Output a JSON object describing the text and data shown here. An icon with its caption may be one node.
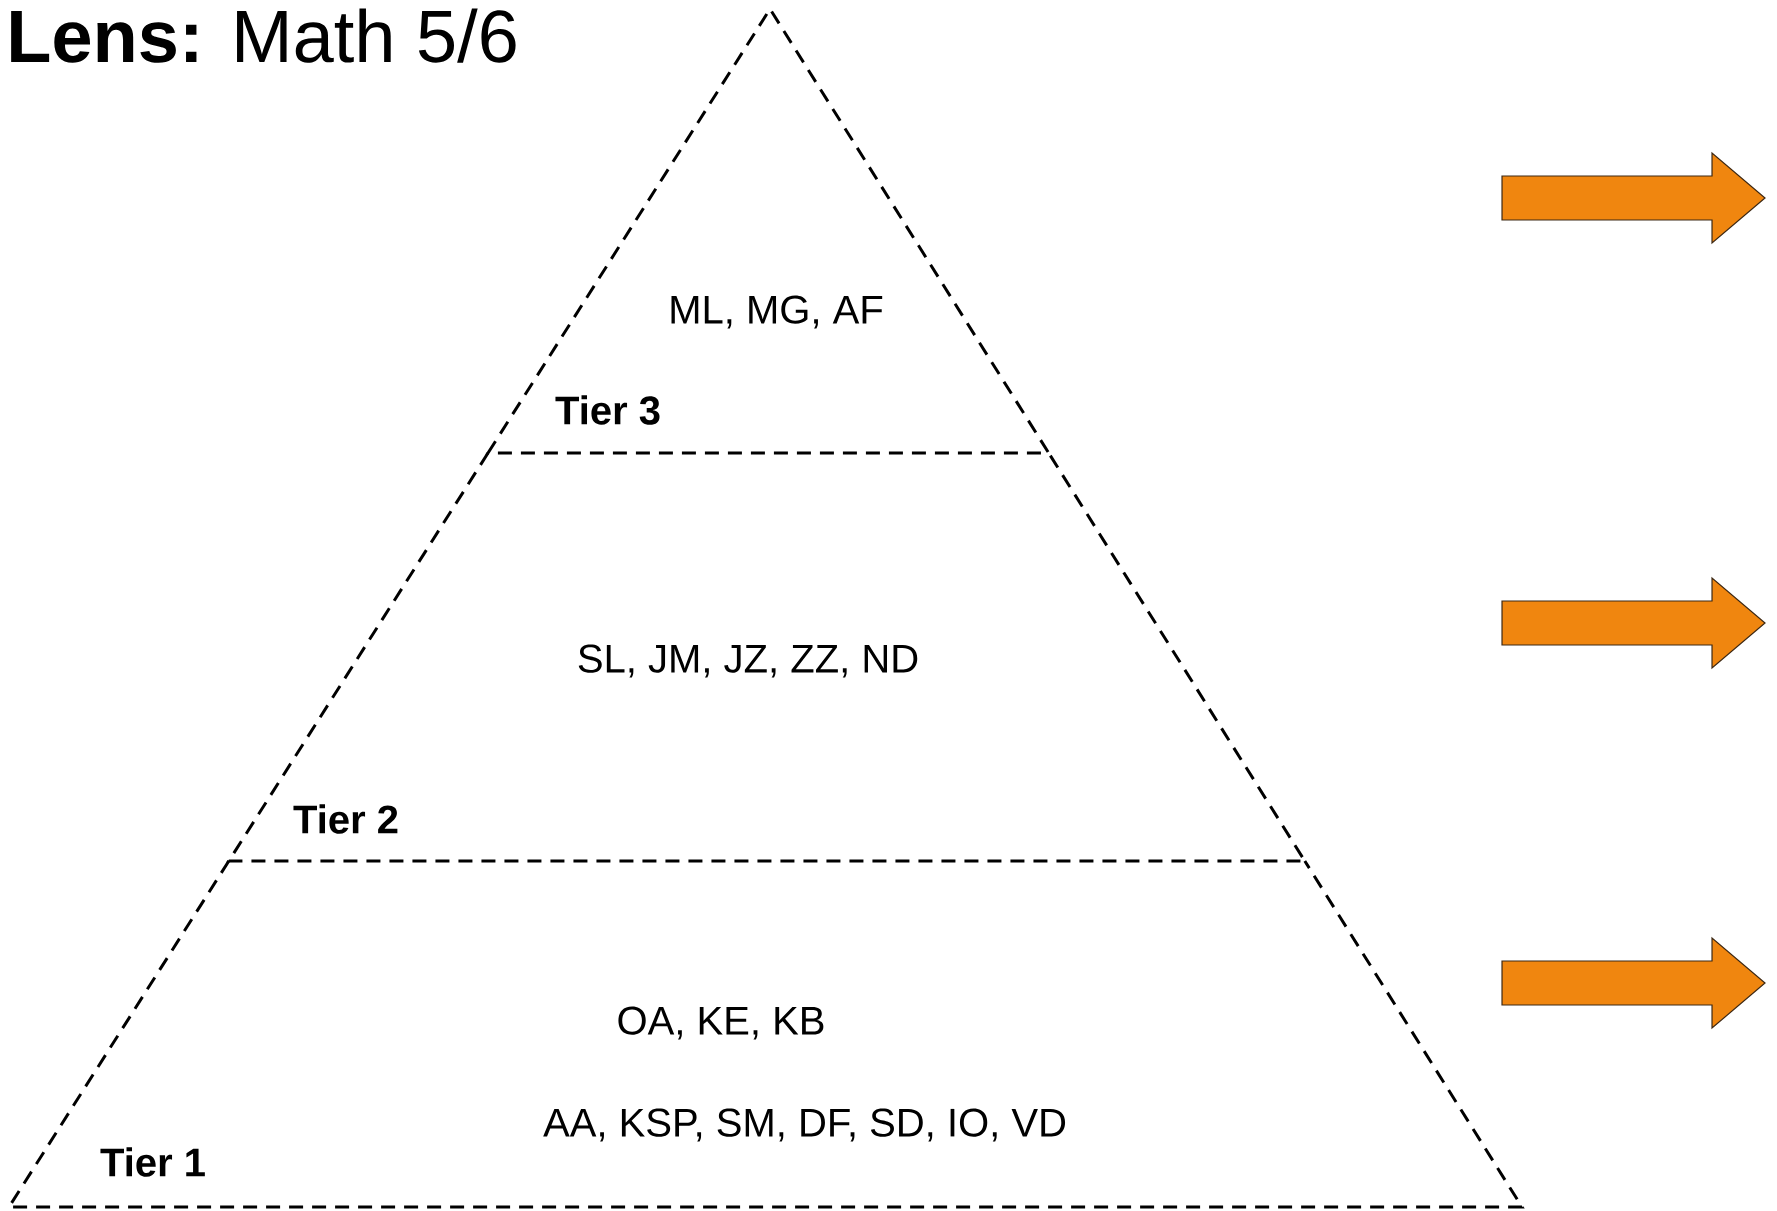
{
  "diagram": {
    "title": "**Lens:** Math 5/6",
    "nodes": [
      {
        "text": [
          "ML, MG, AF",
          "Tier 3"
        ]
      },
      {
        "text": [
          "SL, JM, JZ, ZZ, ND",
          "Tier 2"
        ]
      },
      {
        "text": [
          "OA, KE, KB",
          "AA, KSP, SM, DF, SD, IO, VD",
          "Tier 1"
        ]
      },
      {
        "text": [],
        "shape": "arrow"
      },
      {
        "text": [],
        "shape": "arrow"
      },
      {
        "text": [],
        "shape": "arrow"
      }
    ],
    "edges": []
  }
}
